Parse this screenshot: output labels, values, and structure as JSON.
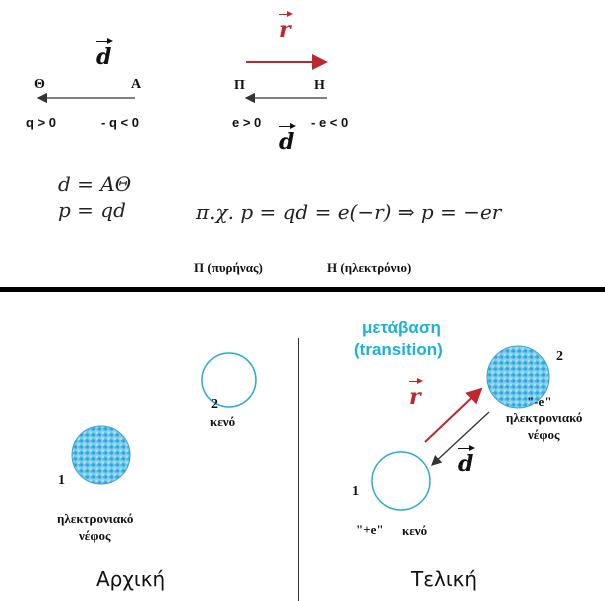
{
  "top": {
    "left_pair": {
      "vec_label": "d",
      "left_point": "Θ",
      "right_point": "A",
      "left_charge": "q > 0",
      "right_charge": "- q < 0"
    },
    "right_pair": {
      "vec_r_label": "r",
      "vec_d_label": "d",
      "left_point": "Π",
      "right_point": "H",
      "left_charge": "e > 0",
      "right_charge": "- e < 0"
    },
    "equations": {
      "eq1": "d = AΘ",
      "eq2": "p = qd",
      "eq3": "π.χ.  p = qd = e(−r) ⇒ p = −er"
    },
    "legend": {
      "nucleus": "Π (πυρήνας)",
      "electron": "H (ηλεκτρόνιο)"
    }
  },
  "bottom_left": {
    "caption": "Αρχική",
    "state1_number": "1",
    "state1_label_line1": "ηλεκτρονιακό",
    "state1_label_line2": "νέφος",
    "state2_number": "2",
    "state2_label": "κενό"
  },
  "bottom_right": {
    "transition_line1": "μετάβαση",
    "transition_line2": "(transition)",
    "caption": "Τελική",
    "state1_number": "1",
    "state1_charge": "\"+e\"",
    "state1_label": "κενό",
    "state2_number": "2",
    "state2_charge": "\"-e\"",
    "state2_label_line1": "ηλεκτρονιακό",
    "state2_label_line2": "νέφος",
    "vec_r_label": "r",
    "vec_d_label": "d"
  },
  "colors": {
    "red_vector": "#c0272d",
    "cyan": "#1ab2d8",
    "cloud": "#3aa6d8"
  }
}
